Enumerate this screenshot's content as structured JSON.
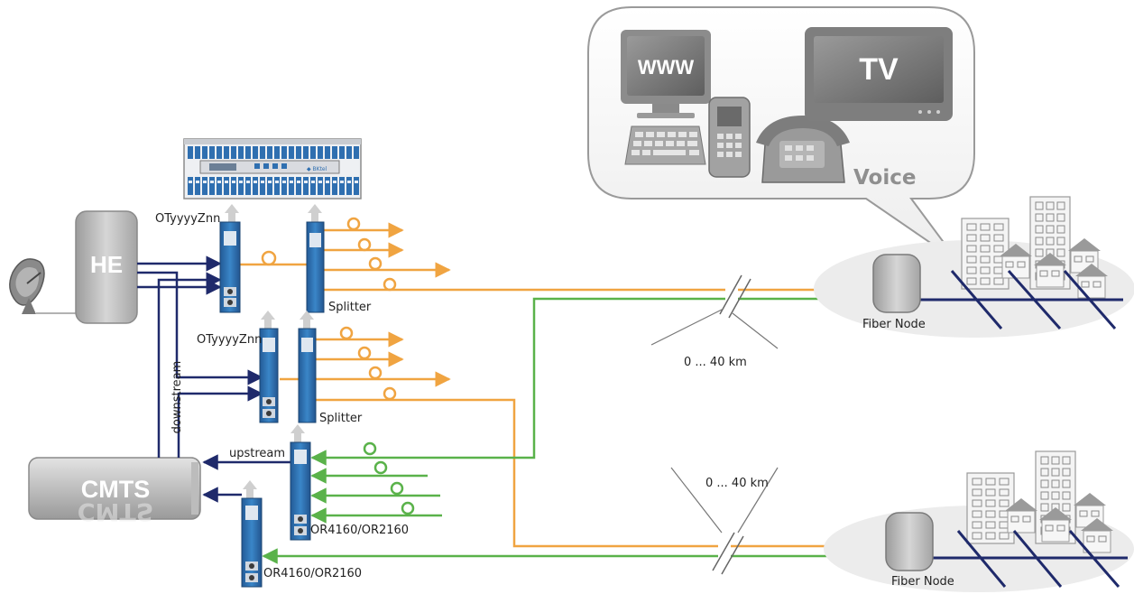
{
  "labels": {
    "he": "HE",
    "cmts": "CMTS",
    "transmitter_1": "OTyyyyZnn",
    "transmitter_2": "OTyyyyZnn",
    "splitter_1": "Splitter",
    "splitter_2": "Splitter",
    "downstream": "downstream",
    "upstream": "upstream",
    "receiver_1": "OR4160/OR2160",
    "receiver_2": "OR4160/OR2160",
    "distance_1": "0 ... 40 km",
    "distance_2": "0 ... 40 km",
    "fiber_node_1": "Fiber Node",
    "fiber_node_2": "Fiber Node",
    "service_www": "WWW",
    "service_tv": "TV",
    "service_voice": "Voice"
  },
  "colors": {
    "rf_line": "#1f2a6b",
    "downstream_fiber": "#f0a441",
    "upstream_fiber": "#5ab24a",
    "module_blue": "#2f6fb0",
    "device_grey": "#b9b9b9"
  }
}
